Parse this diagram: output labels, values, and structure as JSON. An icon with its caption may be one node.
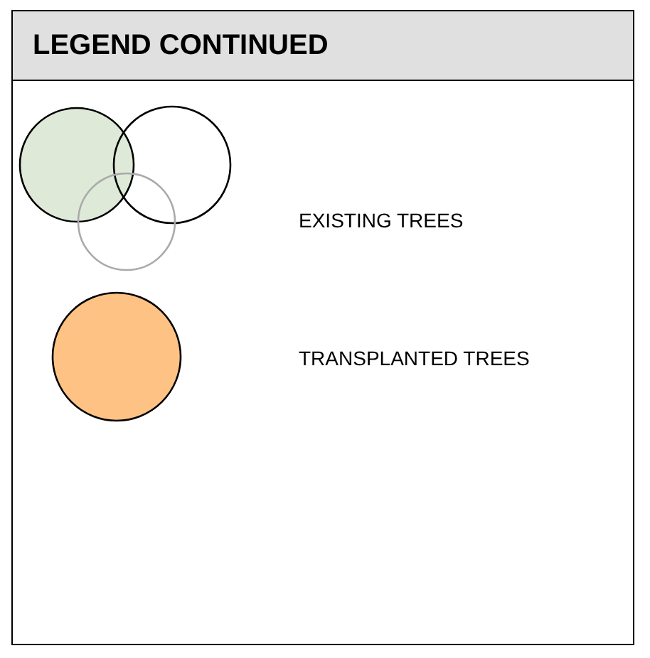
{
  "diagram": {
    "title": "LEGEND CONTINUED",
    "legend": [
      {
        "text": "EXISTING TREES"
      },
      {
        "text": "TRANSPLANTED TREES",
        "color": "#ffc285"
      }
    ]
  }
}
